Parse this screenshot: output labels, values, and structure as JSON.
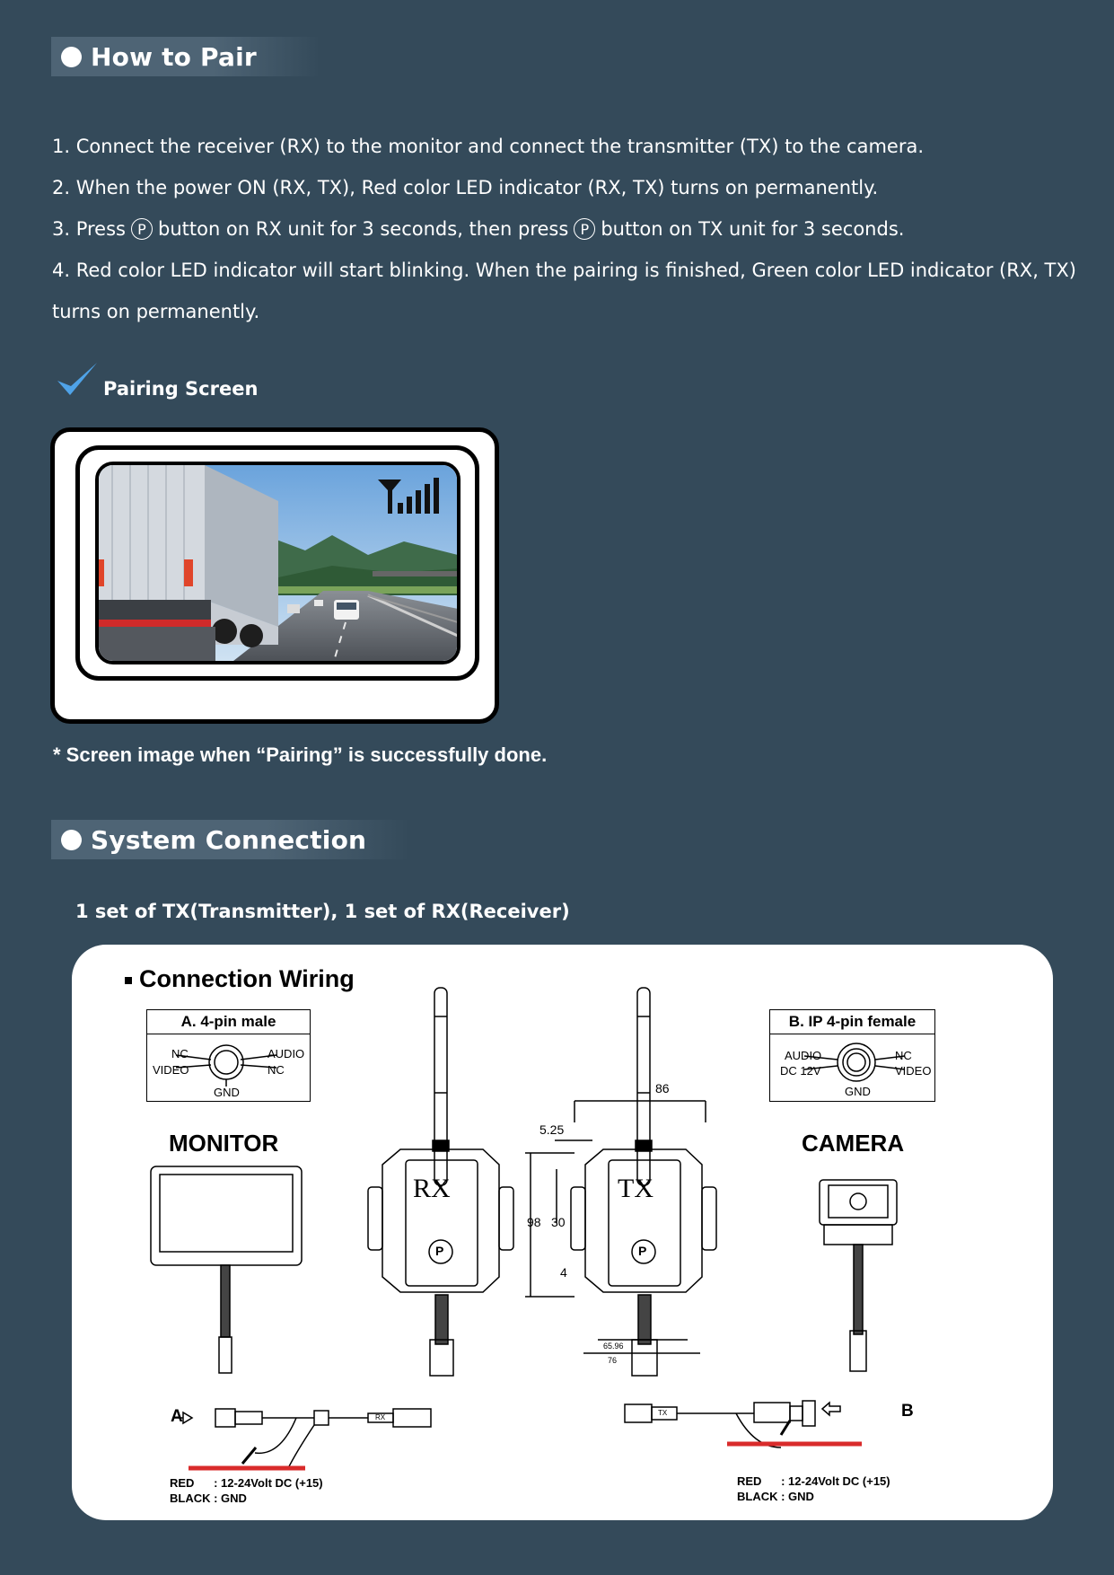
{
  "pair": {
    "title": "How to Pair",
    "steps": {
      "s1": "1. Connect the receiver (RX) to the monitor and connect the transmitter (TX) to the camera.",
      "s2": "2. When the power ON (RX, TX), Red color LED indicator (RX, TX) turns on permanently.",
      "s3a": "3. Press",
      "s3b": "button on RX unit for 3 seconds, then press",
      "s3c": "button on TX unit for 3 seconds.",
      "s4a": "4. Red color LED indicator will start blinking. When the pairing is finished, Green color LED indicator (RX, TX)",
      "s4b": "turns on permanently."
    },
    "p_symbol": "P",
    "pairing_screen_label": "Pairing Screen",
    "note": "* Screen image when “Pairing” is successfully done.",
    "signal_bars": 5
  },
  "system": {
    "title": "System Connection",
    "subtitle": "1 set of TX(Transmitter), 1 set of RX(Receiver)",
    "wiring_title": "Connection Wiring",
    "pin_a": {
      "header": "A. 4-pin male",
      "left_top": "NC",
      "left_bottom": "VIDEO",
      "right_top": "AUDIO",
      "right_bottom": "NC",
      "bottom": "GND"
    },
    "pin_b": {
      "header": "B. IP 4-pin female",
      "left_top": "AUDIO",
      "left_bottom": "DC 12V",
      "right_top": "NC",
      "right_bottom": "VIDEO",
      "bottom": "GND"
    },
    "monitor_label": "MONITOR",
    "camera_label": "CAMERA",
    "rx_label": "RX",
    "tx_label": "TX",
    "dimensions": {
      "width_top": "86",
      "offset": "5.25",
      "height": "98",
      "inner_height": "30",
      "hole": "4",
      "base_inner": "65.96",
      "base_outer": "76"
    },
    "connector_a": "A",
    "connector_b": "B",
    "cable_rx_tag": "RX",
    "cable_tx_tag": "TX",
    "power_left": {
      "red": "RED      : 12-24Volt DC (+15)",
      "black": "BLACK : GND"
    },
    "power_right": {
      "red": "RED      : 12-24Volt DC (+15)",
      "black": "BLACK : GND"
    }
  },
  "colors": {
    "background": "#344a5a",
    "header_band": "#4e6475",
    "check": "#4fa3e8",
    "wire_red": "#d92b2b"
  }
}
